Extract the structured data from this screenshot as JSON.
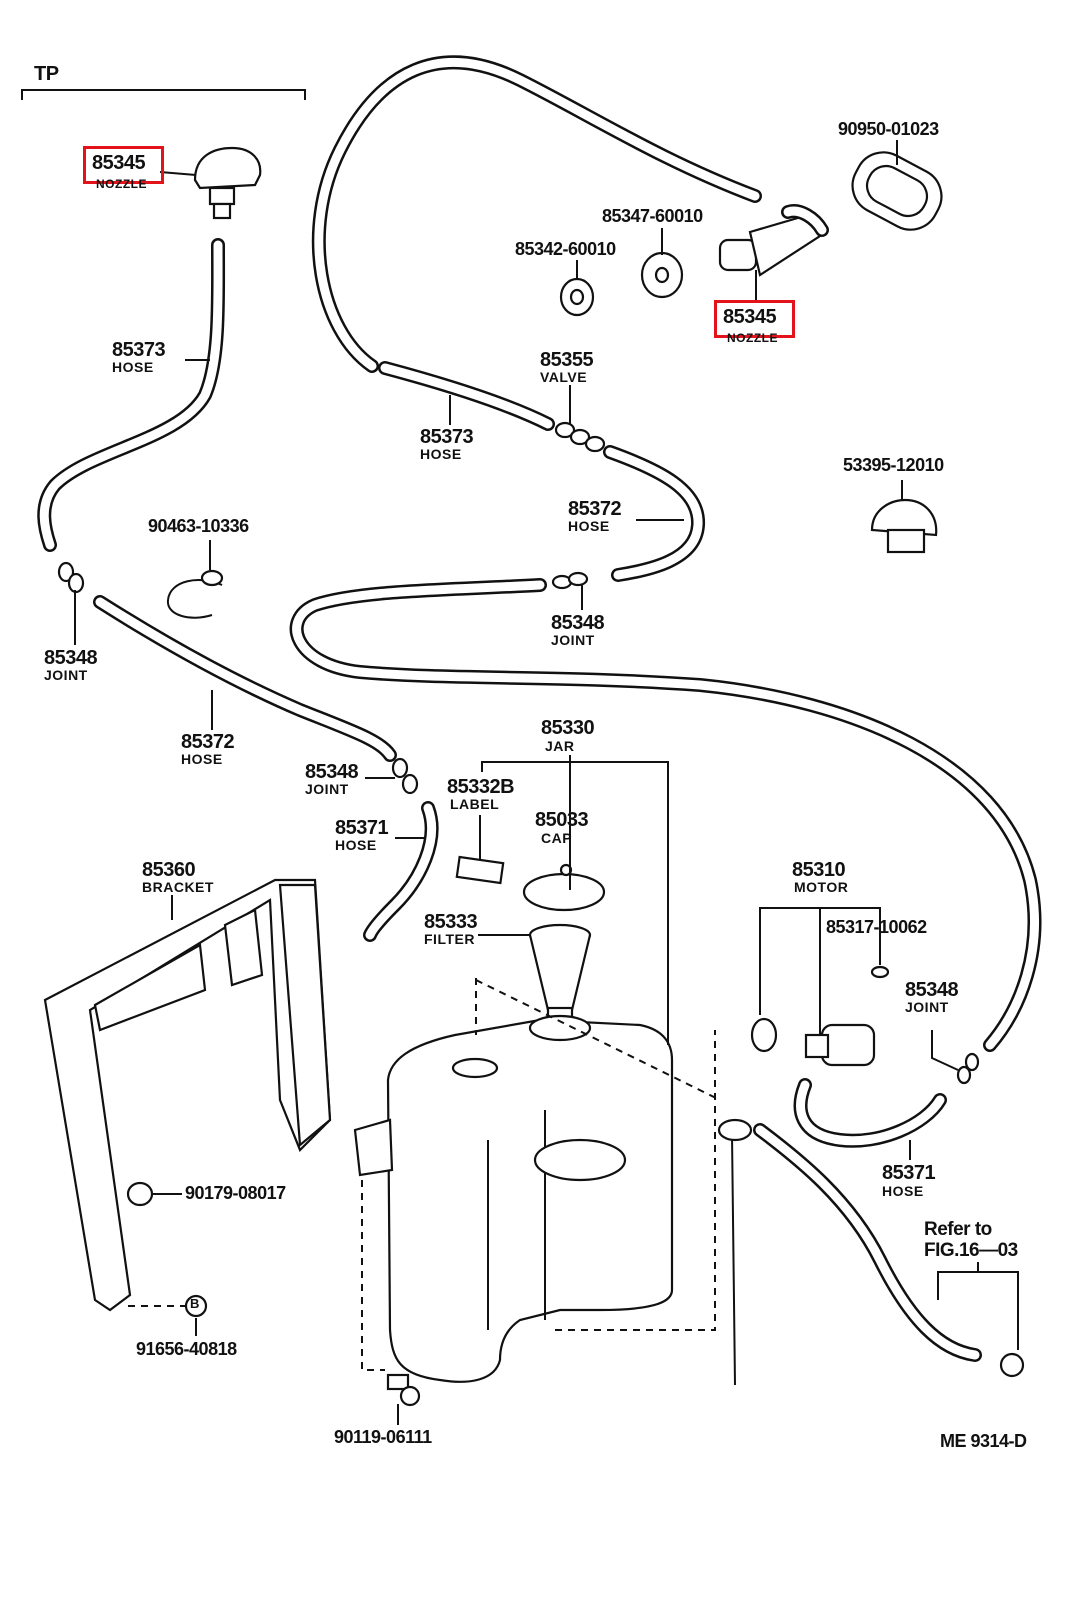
{
  "group_label": "TP",
  "drawing_code": "ME  9314-D",
  "refer_note": {
    "line1": "Refer  to",
    "line2": "FIG.16—03"
  },
  "highlight_color": "#e3121b",
  "parts": {
    "nozzle_left": {
      "number": "85345",
      "name": "NOZZLE",
      "highlighted": true
    },
    "nozzle_right": {
      "number": "85345",
      "name": "NOZZLE",
      "highlighted": true
    },
    "grommet": {
      "number": "90950-01023"
    },
    "gasket": {
      "number": "85347-60010"
    },
    "nut": {
      "number": "85342-60010"
    },
    "cap_nozzle": {
      "number": "53395-12010"
    },
    "hose_upper_left": {
      "number": "85373",
      "name": "HOSE"
    },
    "hose_upper_mid": {
      "number": "85373",
      "name": "HOSE"
    },
    "valve": {
      "number": "85355",
      "name": "VALVE"
    },
    "hose_mid_right": {
      "number": "85372",
      "name": "HOSE"
    },
    "clamp": {
      "number": "90463-10336"
    },
    "joint_left": {
      "number": "85348",
      "name": "JOINT"
    },
    "joint_mid": {
      "number": "85348",
      "name": "JOINT"
    },
    "hose_long_left": {
      "number": "85372",
      "name": "HOSE"
    },
    "joint_lower": {
      "number": "85348",
      "name": "JOINT"
    },
    "hose_short_left": {
      "number": "85371",
      "name": "HOSE"
    },
    "jar": {
      "number": "85330",
      "name": "JAR"
    },
    "label": {
      "number": "85332B",
      "name": "LABEL"
    },
    "cap": {
      "number": "85033",
      "name": "CAP"
    },
    "filter": {
      "number": "85333",
      "name": "FILTER"
    },
    "bracket": {
      "number": "85360",
      "name": "BRACKET"
    },
    "motor": {
      "number": "85310",
      "name": "MOTOR"
    },
    "screw_motor": {
      "number": "85317-10062"
    },
    "joint_right": {
      "number": "85348",
      "name": "JOINT"
    },
    "hose_short_right": {
      "number": "85371",
      "name": "HOSE"
    },
    "nut_bracket": {
      "number": "90179-08017"
    },
    "bolt_b": {
      "number": "91656-40818",
      "marker": "B"
    },
    "bolt_jar": {
      "number": "90119-06111"
    }
  }
}
